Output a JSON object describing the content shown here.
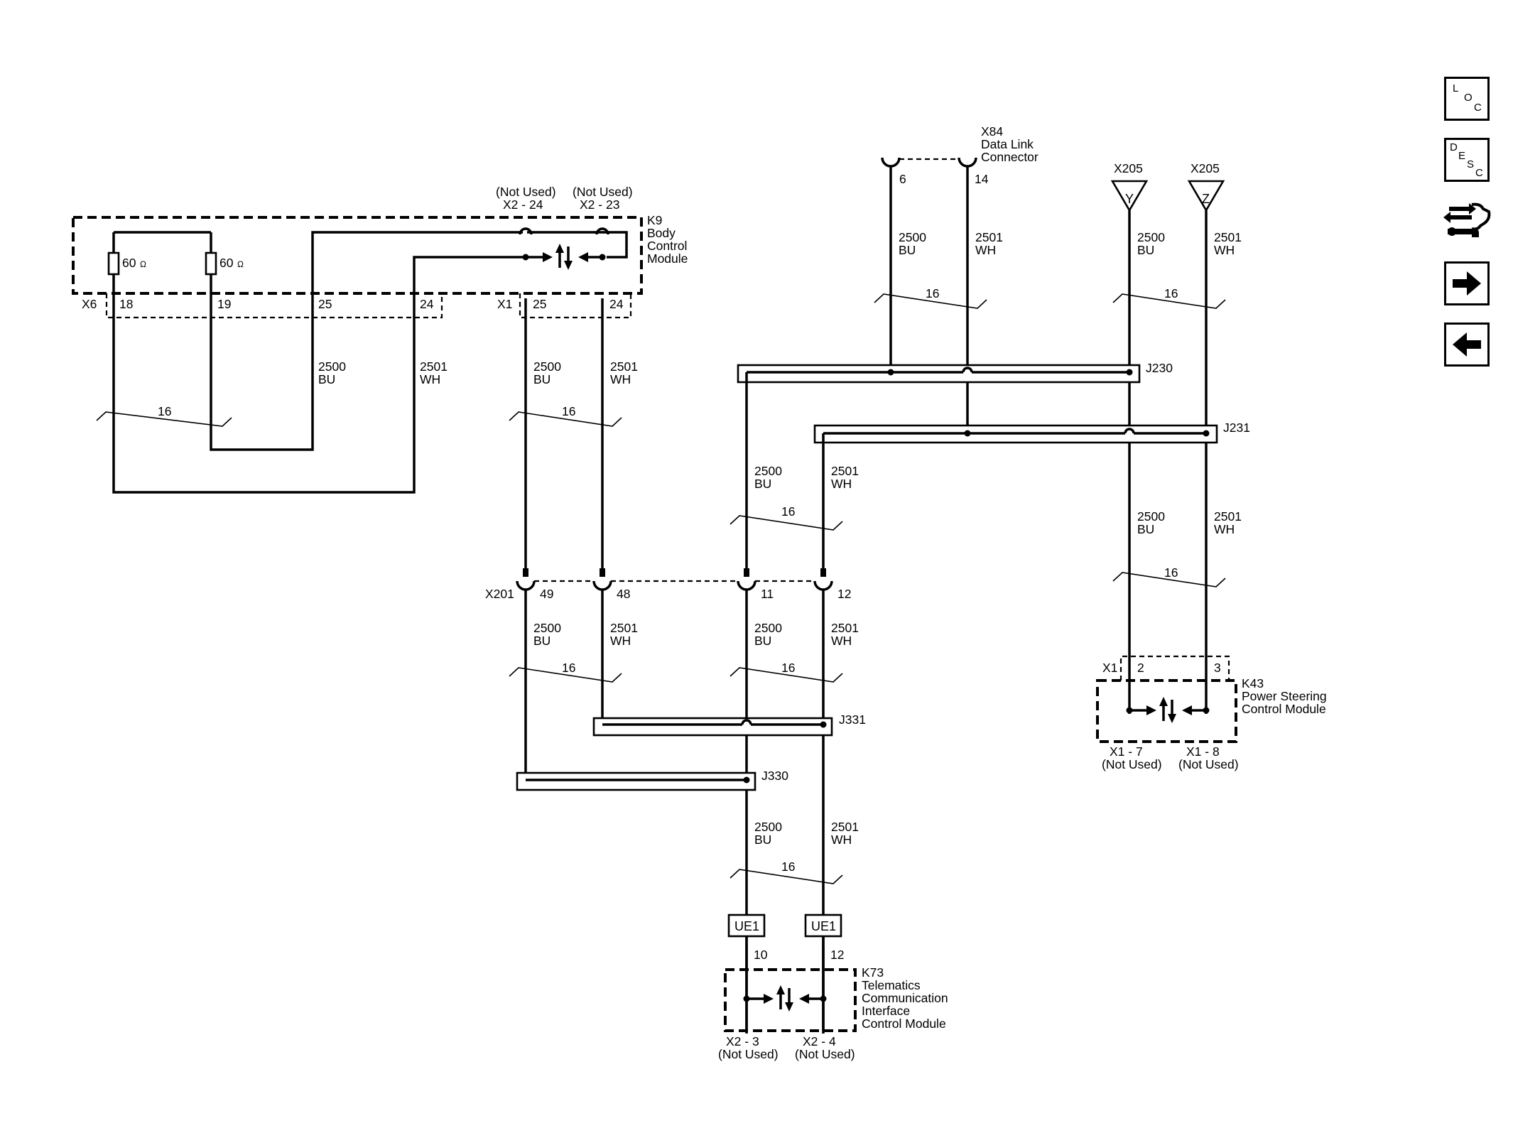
{
  "modules": {
    "k9": {
      "ref": "K9",
      "line1": "Body",
      "line2": "Control",
      "line3": "Module"
    },
    "k73": {
      "ref": "K73",
      "line1": "Telematics",
      "line2": "Communication",
      "line3": "Interface",
      "line4": "Control Module"
    },
    "k43": {
      "ref": "K43",
      "line1": "Power Steering",
      "line2": "Control Module"
    },
    "x84": {
      "ref": "X84",
      "line1": "Data Link",
      "line2": "Connector"
    }
  },
  "resistors": {
    "r1": "60",
    "r2": "60",
    "unit": "Ω"
  },
  "connectors": {
    "x6": "X6",
    "x1": "X1",
    "x201": "X201",
    "x205a": "X205",
    "x205b": "X205",
    "k43_x1": "X1",
    "ue1a": "UE1",
    "ue1b": "UE1",
    "tri_y": "Y",
    "tri_z": "Z"
  },
  "pins": {
    "x6_18": "18",
    "x6_19": "19",
    "x6_25": "25",
    "x6_24": "24",
    "x1_25": "25",
    "x1_24": "24",
    "x84_6": "6",
    "x84_14": "14",
    "x201_49": "49",
    "x201_48": "48",
    "x201_11": "11",
    "x201_12": "12",
    "k43_2": "2",
    "k43_3": "3",
    "k73_10": "10",
    "k73_12": "12"
  },
  "terminal_labels": {
    "k9_a_top": "(Not Used)",
    "k9_a_bottom": "X2 - 24",
    "k9_b_top": "(Not Used)",
    "k9_b_bottom": "X2 - 23",
    "k43_a_top": "X1 - 7",
    "k43_a_bottom": "(Not Used)",
    "k43_b_top": "X1 - 8",
    "k43_b_bottom": "(Not Used)",
    "k73_a_top": "X2 - 3",
    "k73_a_bottom": "(Not Used)",
    "k73_b_top": "X2 - 4",
    "k73_b_bottom": "(Not Used)"
  },
  "splices": {
    "j230": "J230",
    "j231": "J231",
    "j331": "J331",
    "j330": "J330"
  },
  "wires": {
    "circuit_bu": "2500",
    "color_bu": "BU",
    "circuit_wh": "2501",
    "color_wh": "WH",
    "gauge": "16"
  },
  "nav": {
    "loc": {
      "l1": "L",
      "l2": "O",
      "l3": "C"
    },
    "desc": {
      "l1": "D",
      "l2": "E",
      "l3": "S",
      "l4": "C"
    },
    "icons": [
      "loc-icon",
      "desc-icon",
      "connector-swap-icon",
      "arrow-right-icon",
      "arrow-left-icon"
    ]
  }
}
